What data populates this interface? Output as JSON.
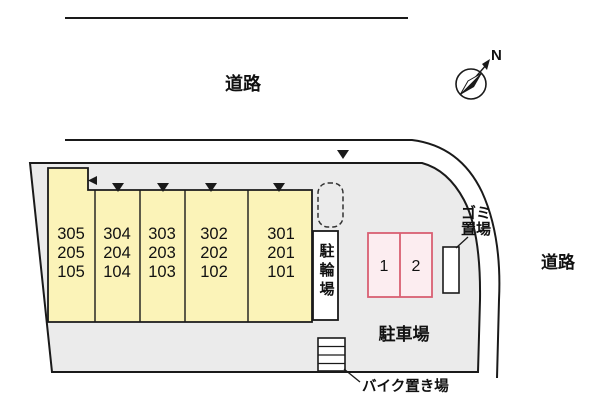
{
  "roads": {
    "top_label": "道路",
    "right_label": "道路"
  },
  "compass": {
    "north_label": "N"
  },
  "building": {
    "units": [
      [
        "305",
        "205",
        "105"
      ],
      [
        "304",
        "204",
        "104"
      ],
      [
        "303",
        "203",
        "103"
      ],
      [
        "302",
        "202",
        "102"
      ],
      [
        "301",
        "201",
        "101"
      ]
    ],
    "bicycle_parking_label": "駐輪場"
  },
  "site": {
    "parking_lot_label": "駐車場",
    "parking_spaces": [
      "1",
      "2"
    ],
    "garbage_label_line1": "ゴミ",
    "garbage_label_line2": "置場",
    "bike_storage_label": "バイク置き場"
  },
  "colors": {
    "line": "#1a1a1a",
    "site_fill": "#ebebeb",
    "building_fill": "#fbf3b8",
    "parking_stroke": "#d95f72",
    "parking_fill": "#fcedf0"
  }
}
